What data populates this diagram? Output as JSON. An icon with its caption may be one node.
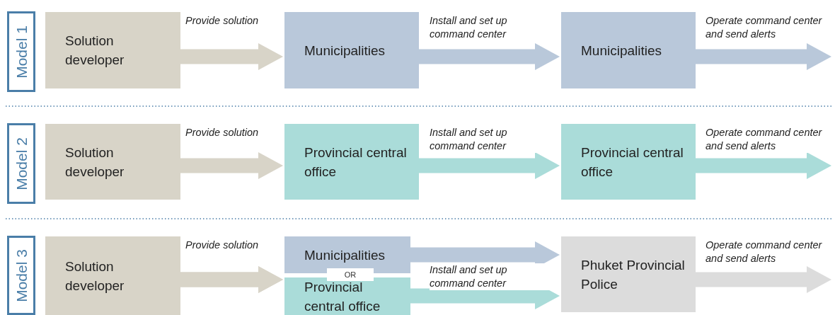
{
  "diagram": {
    "nodes": [
      {
        "text": [
          "Model 1"
        ]
      },
      {
        "text": [
          "Solution developer"
        ]
      },
      {
        "text": [
          "Municipalities"
        ]
      },
      {
        "text": [
          "Municipalities"
        ]
      },
      {
        "text": [
          "Model 2"
        ]
      },
      {
        "text": [
          "Solution developer"
        ]
      },
      {
        "text": [
          "Provincial central office"
        ]
      },
      {
        "text": [
          "Provincial central office"
        ]
      },
      {
        "text": [
          "Model 3"
        ]
      },
      {
        "text": [
          "Solution developer"
        ]
      },
      {
        "text": [
          "Municipalities"
        ]
      },
      {
        "text": [
          "Provincial central office"
        ]
      },
      {
        "text": [
          "Phuket Provincial Police"
        ]
      }
    ],
    "edges": [
      {
        "from": 1,
        "to": 2,
        "arrow": "to",
        "label": "Provide solution",
        "color": "#d8d4c8"
      },
      {
        "from": 2,
        "to": 3,
        "arrow": "to",
        "label": "Install and set up command center",
        "color": "#b9c8da"
      },
      {
        "from": 3,
        "to": null,
        "arrow": "to",
        "label": "Operate command center and send alerts",
        "color": "#b9c8da"
      },
      {
        "from": 5,
        "to": 6,
        "arrow": "to",
        "label": "Provide solution",
        "color": "#d8d4c8"
      },
      {
        "from": 6,
        "to": 7,
        "arrow": "to",
        "label": "Install and set up command center",
        "color": "#aadcd9"
      },
      {
        "from": 7,
        "to": null,
        "arrow": "to",
        "label": "Operate command center and send alerts",
        "color": "#aadcd9"
      },
      {
        "from": 9,
        "to": 10,
        "arrow": "to",
        "label": "Provide solution",
        "color": "#d8d4c8"
      },
      {
        "from": 9,
        "to": 11,
        "arrow": "to",
        "color": "#d8d4c8"
      },
      {
        "from": 10,
        "to": 12,
        "arrow": "to",
        "color": "#b9c8da"
      },
      {
        "from": 11,
        "to": 12,
        "arrow": "to",
        "label": "Install and set up command center",
        "color": "#aadcd9"
      },
      {
        "from": 12,
        "to": null,
        "arrow": "to",
        "label": "Operate command center and send alerts",
        "color": "#dcdcdc"
      }
    ],
    "labels": [
      "OR"
    ]
  }
}
